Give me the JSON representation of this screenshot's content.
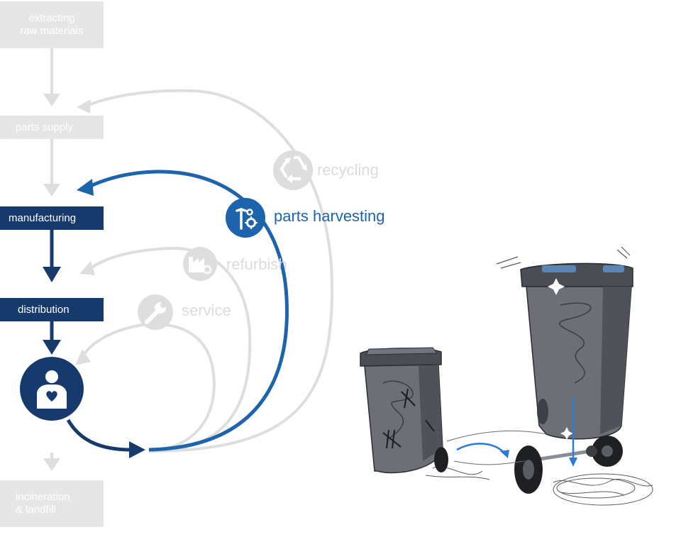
{
  "colors": {
    "grey_box": "#e6e6e6",
    "grey_line": "#dedede",
    "grey_text": "#dcdcdc",
    "dark_navy": "#173a6c",
    "harvest_blue": "#1e64ad",
    "light_blue": "#2a7bd6"
  },
  "stages": {
    "extracting": "extracting\nraw  materials",
    "parts_supply": "parts supply",
    "manufacturing": "manufacturing",
    "distribution": "distribution",
    "user": "user",
    "incineration": "incineration\n& landfill"
  },
  "loops": {
    "recycling": {
      "label": "recycling",
      "icon": "recycle-icon"
    },
    "parts_harvesting": {
      "label": "parts harvesting",
      "icon": "tools-gear-icon"
    },
    "refurbish": {
      "label": "refurbish",
      "icon": "factory-icon"
    },
    "service": {
      "label": "service",
      "icon": "wrench-icon"
    }
  },
  "illustration": {
    "subject": "wheelie-bins"
  }
}
